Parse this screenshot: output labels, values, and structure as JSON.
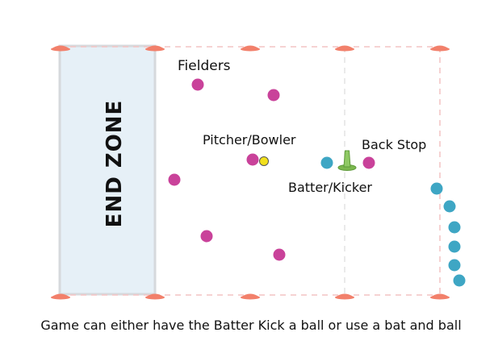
{
  "diagram": {
    "end_zone_label": "END ZONE",
    "labels": {
      "fielders": "Fielders",
      "pitcher": "Pitcher/Bowler",
      "back_stop": "Back Stop",
      "batter": "Batter/Kicker"
    },
    "caption": "Game can either have the Batter Kick a ball or use a bat and ball",
    "colors": {
      "fielder": "#c9429a",
      "batter_team": "#3ea6c4",
      "ball": "#f2e01c",
      "tee": "#8fc964",
      "cone": "#f2806b",
      "end_zone_fill": "#e6f0f7",
      "boundary": "#f4c4c4"
    }
  }
}
